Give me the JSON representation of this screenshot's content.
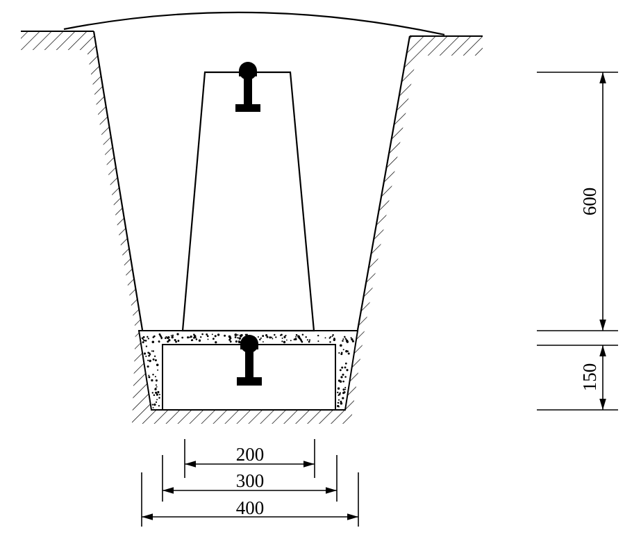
{
  "diagram": {
    "dimensions": {
      "d200": "200",
      "d300": "300",
      "d400": "400",
      "d600": "600",
      "d150": "150"
    },
    "colors": {
      "ink": "#000000",
      "paper": "#ffffff"
    },
    "parts": {
      "trench": "trench-hatched-soil",
      "sand_layer": "sand-bedding",
      "bottom_block": "lower-rectangular-block",
      "upper_block": "upper-trapezoid-block",
      "rail_icons": [
        "rail-profile-icon",
        "rail-profile-icon"
      ]
    }
  }
}
